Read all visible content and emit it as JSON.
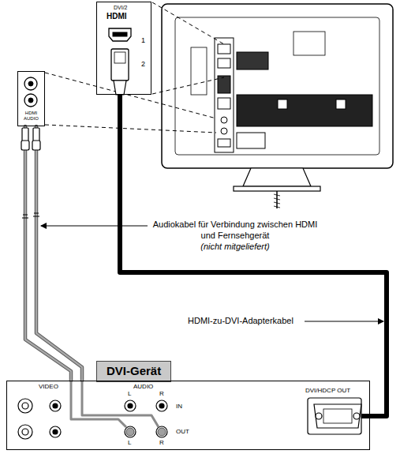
{
  "diagram": {
    "nodes": [
      {
        "text": [
          "DVI/2",
          "HDMI",
          "1",
          "2"
        ]
      },
      {
        "text": [
          "HDMI AUDIO"
        ]
      },
      {
        "text": [
          "DVI-Gerät"
        ]
      },
      {
        "text": [
          "VIDEO",
          "AUDIO",
          "L",
          "R",
          "IN",
          "OUT",
          "L",
          "R",
          "DVI/HDCP OUT"
        ]
      }
    ],
    "edges": [
      {
        "from": 3,
        "to": 0,
        "arrow": "none"
      },
      {
        "from": 3,
        "to": 1,
        "arrow": "none"
      }
    ],
    "labels": [
      "Audiokabel für Verbindung zwischen HDMI und Fernsehgerät",
      "(nicht mitgeliefert)",
      "HDMI-zu-DVI-Adapterkabel"
    ]
  }
}
